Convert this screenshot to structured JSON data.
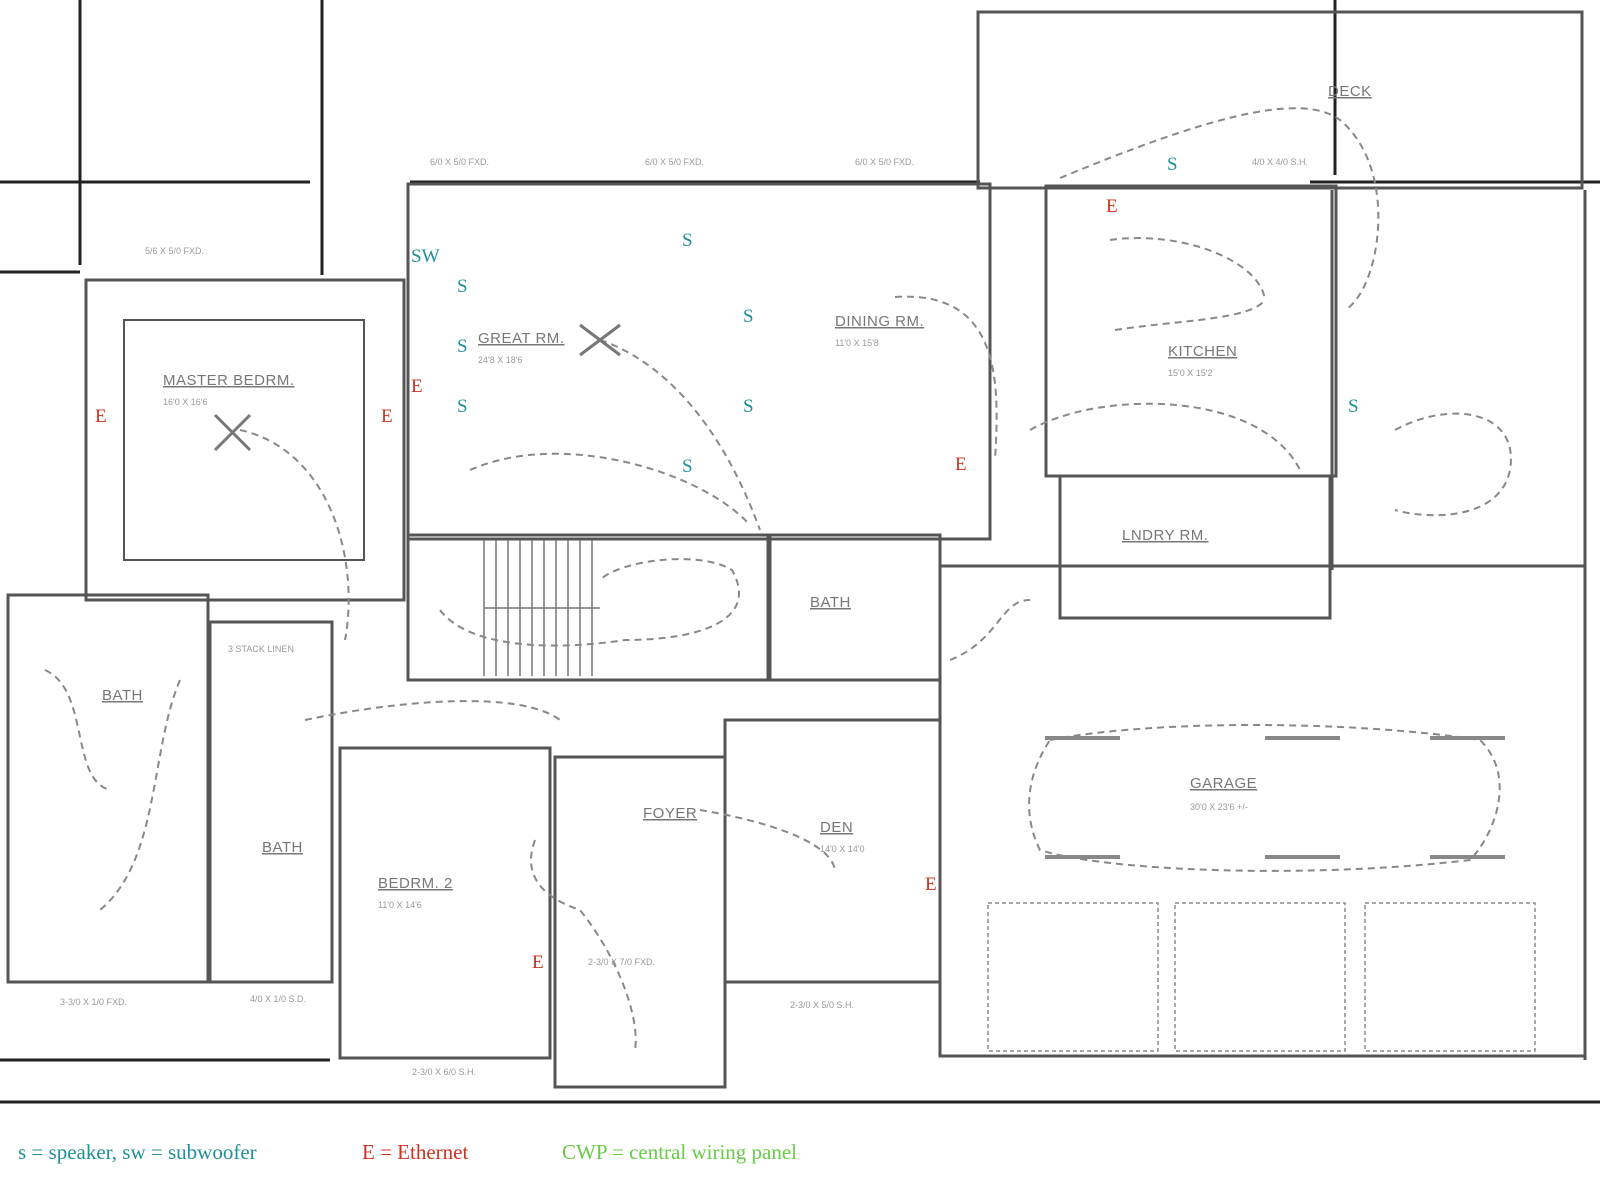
{
  "rooms": {
    "deck": "DECK",
    "great": "GREAT RM.",
    "great_dim": "24'8 X 18'6",
    "dining": "DINING RM.",
    "dining_dim": "11'0 X 15'8",
    "kitchen": "KITCHEN",
    "kitchen_dim": "15'0 X 15'2",
    "master": "MASTER BEDRM.",
    "master_dim": "16'0 X 16'6",
    "bath1": "BATH",
    "bath2": "BATH",
    "bath3": "BATH",
    "linen": "3 STACK LINEN",
    "lndry": "LNDRY RM.",
    "bedrm2": "BEDRM. 2",
    "bedrm2_dim": "11'0 X 14'6",
    "foyer": "FOYER",
    "den": "DEN",
    "den_dim": "14'0 X 14'0",
    "garage": "GARAGE",
    "garage_dim": "30'0 X 23'6 +/-"
  },
  "windows": {
    "w1": "6/0 X 5/0 FXD.",
    "w2": "6/0 X 5/0 FXD.",
    "w3": "6/0 X 5/0 FXD.",
    "w4": "5/6 X 5/0 FXD.",
    "w5": "4/0 X 4/0 S.H.",
    "w6": "3-3/0 X 1/0 FXD.",
    "w7": "4/0 X 1/0 S.D.",
    "w8": "2-3/0 X 7/0 FXD.",
    "w9": "2-3/0 X 6/0 S.H.",
    "w10": "2-3/0 X 5/0 S.H."
  },
  "markers": {
    "speaker": "S",
    "subwoofer": "SW",
    "ethernet": "E"
  },
  "legend": {
    "speakers": "s = speaker, sw = subwoofer",
    "ethernet": "E = Ethernet",
    "cwp": "CWP = central wiring panel"
  },
  "colors": {
    "speaker": "#1f8f9a",
    "ethernet": "#cc3322",
    "cwp": "#66cc44",
    "wall": "#555555"
  }
}
